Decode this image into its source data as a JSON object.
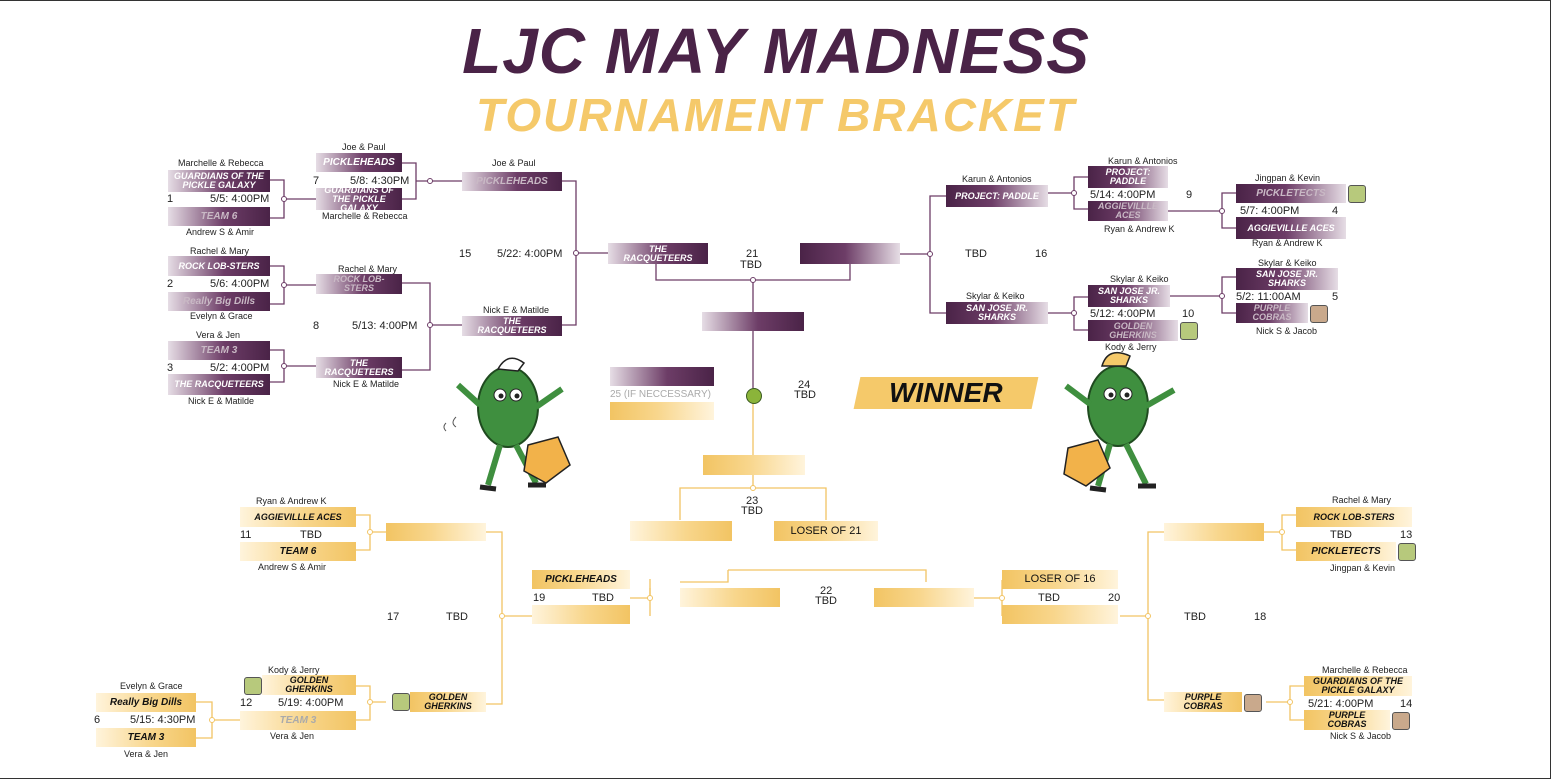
{
  "title": {
    "line1": "LJC MAY MADNESS",
    "line2": "TOURNAMENT BRACKET"
  },
  "winner_label": "WINNER",
  "tbd": "TBD",
  "if_necessary": "25 (IF NECCESSARY)",
  "teams": {
    "guardians": "GUARDIANS OF THE PICKLE GALAXY",
    "team6": "TEAM 6",
    "pickleheads": "PICKLEHEADS",
    "rock": "ROCK LOB-STERS",
    "dills": "Really Big Dills",
    "team3": "TEAM 3",
    "racqueteers": "THE RACQUETEERS",
    "paddle": "PROJECT: PADDLE",
    "aces": "AGGIEVILLLE ACES",
    "picklitects": "PICKLETECTS",
    "sharks": "SAN JOSE JR. SHARKS",
    "gherkins": "GOLDEN GHERKINS",
    "cobras": "PURPLE COBRAS",
    "guardians_b": "GUARDIANS OF THE PICKLE GALAXY",
    "loser21": "LOSER OF 21",
    "loser16": "LOSER OF 16"
  },
  "players": {
    "marchelle": "Marchelle & Rebecca",
    "andrew": "Andrew S & Amir",
    "joe": "Joe & Paul",
    "rachel": "Rachel & Mary",
    "evelyn": "Evelyn & Grace",
    "vera": "Vera & Jen",
    "nick": "Nick E & Matilde",
    "karun": "Karun & Antonios",
    "jingpan": "Jingpan & Kevin",
    "ryan": "Ryan & Andrew K",
    "skylar": "Skylar & Keiko",
    "kody": "Kody & Jerry",
    "nicks": "Nick S & Jacob"
  },
  "matches": {
    "m1": {
      "num": "1",
      "time": "5/5: 4:00PM"
    },
    "m2": {
      "num": "2",
      "time": "5/6: 4:00PM"
    },
    "m3": {
      "num": "3",
      "time": "5/2: 4:00PM"
    },
    "m7": {
      "num": "7",
      "time": "5/8: 4:30PM"
    },
    "m8": {
      "num": "8",
      "time": "5/13: 4:00PM"
    },
    "m15": {
      "num": "15",
      "time": "5/22: 4:00PM"
    },
    "m21": {
      "num": "21"
    },
    "m24": {
      "num": "24"
    },
    "m16": {
      "num": "16"
    },
    "m9": {
      "num": "9",
      "time": "5/14: 4:00PM"
    },
    "m4": {
      "num": "4",
      "time": "5/7: 4:00PM"
    },
    "m5": {
      "num": "5",
      "time": "5/2: 11:00AM"
    },
    "m10": {
      "num": "10",
      "time": "5/12: 4:00PM"
    },
    "m23": {
      "num": "23"
    },
    "m22": {
      "num": "22"
    },
    "m11": {
      "num": "11"
    },
    "m17": {
      "num": "17"
    },
    "m19": {
      "num": "19"
    },
    "m12": {
      "num": "12",
      "time": "5/19: 4:00PM"
    },
    "m6": {
      "num": "6",
      "time": "5/15: 4:30PM"
    },
    "m13": {
      "num": "13"
    },
    "m20": {
      "num": "20"
    },
    "m18": {
      "num": "18"
    },
    "m14": {
      "num": "14",
      "time": "5/21: 4:00PM"
    }
  },
  "colors": {
    "purple": "#4a2347",
    "gold": "#f5c96a",
    "mascot_green": "#3f8f3f"
  }
}
